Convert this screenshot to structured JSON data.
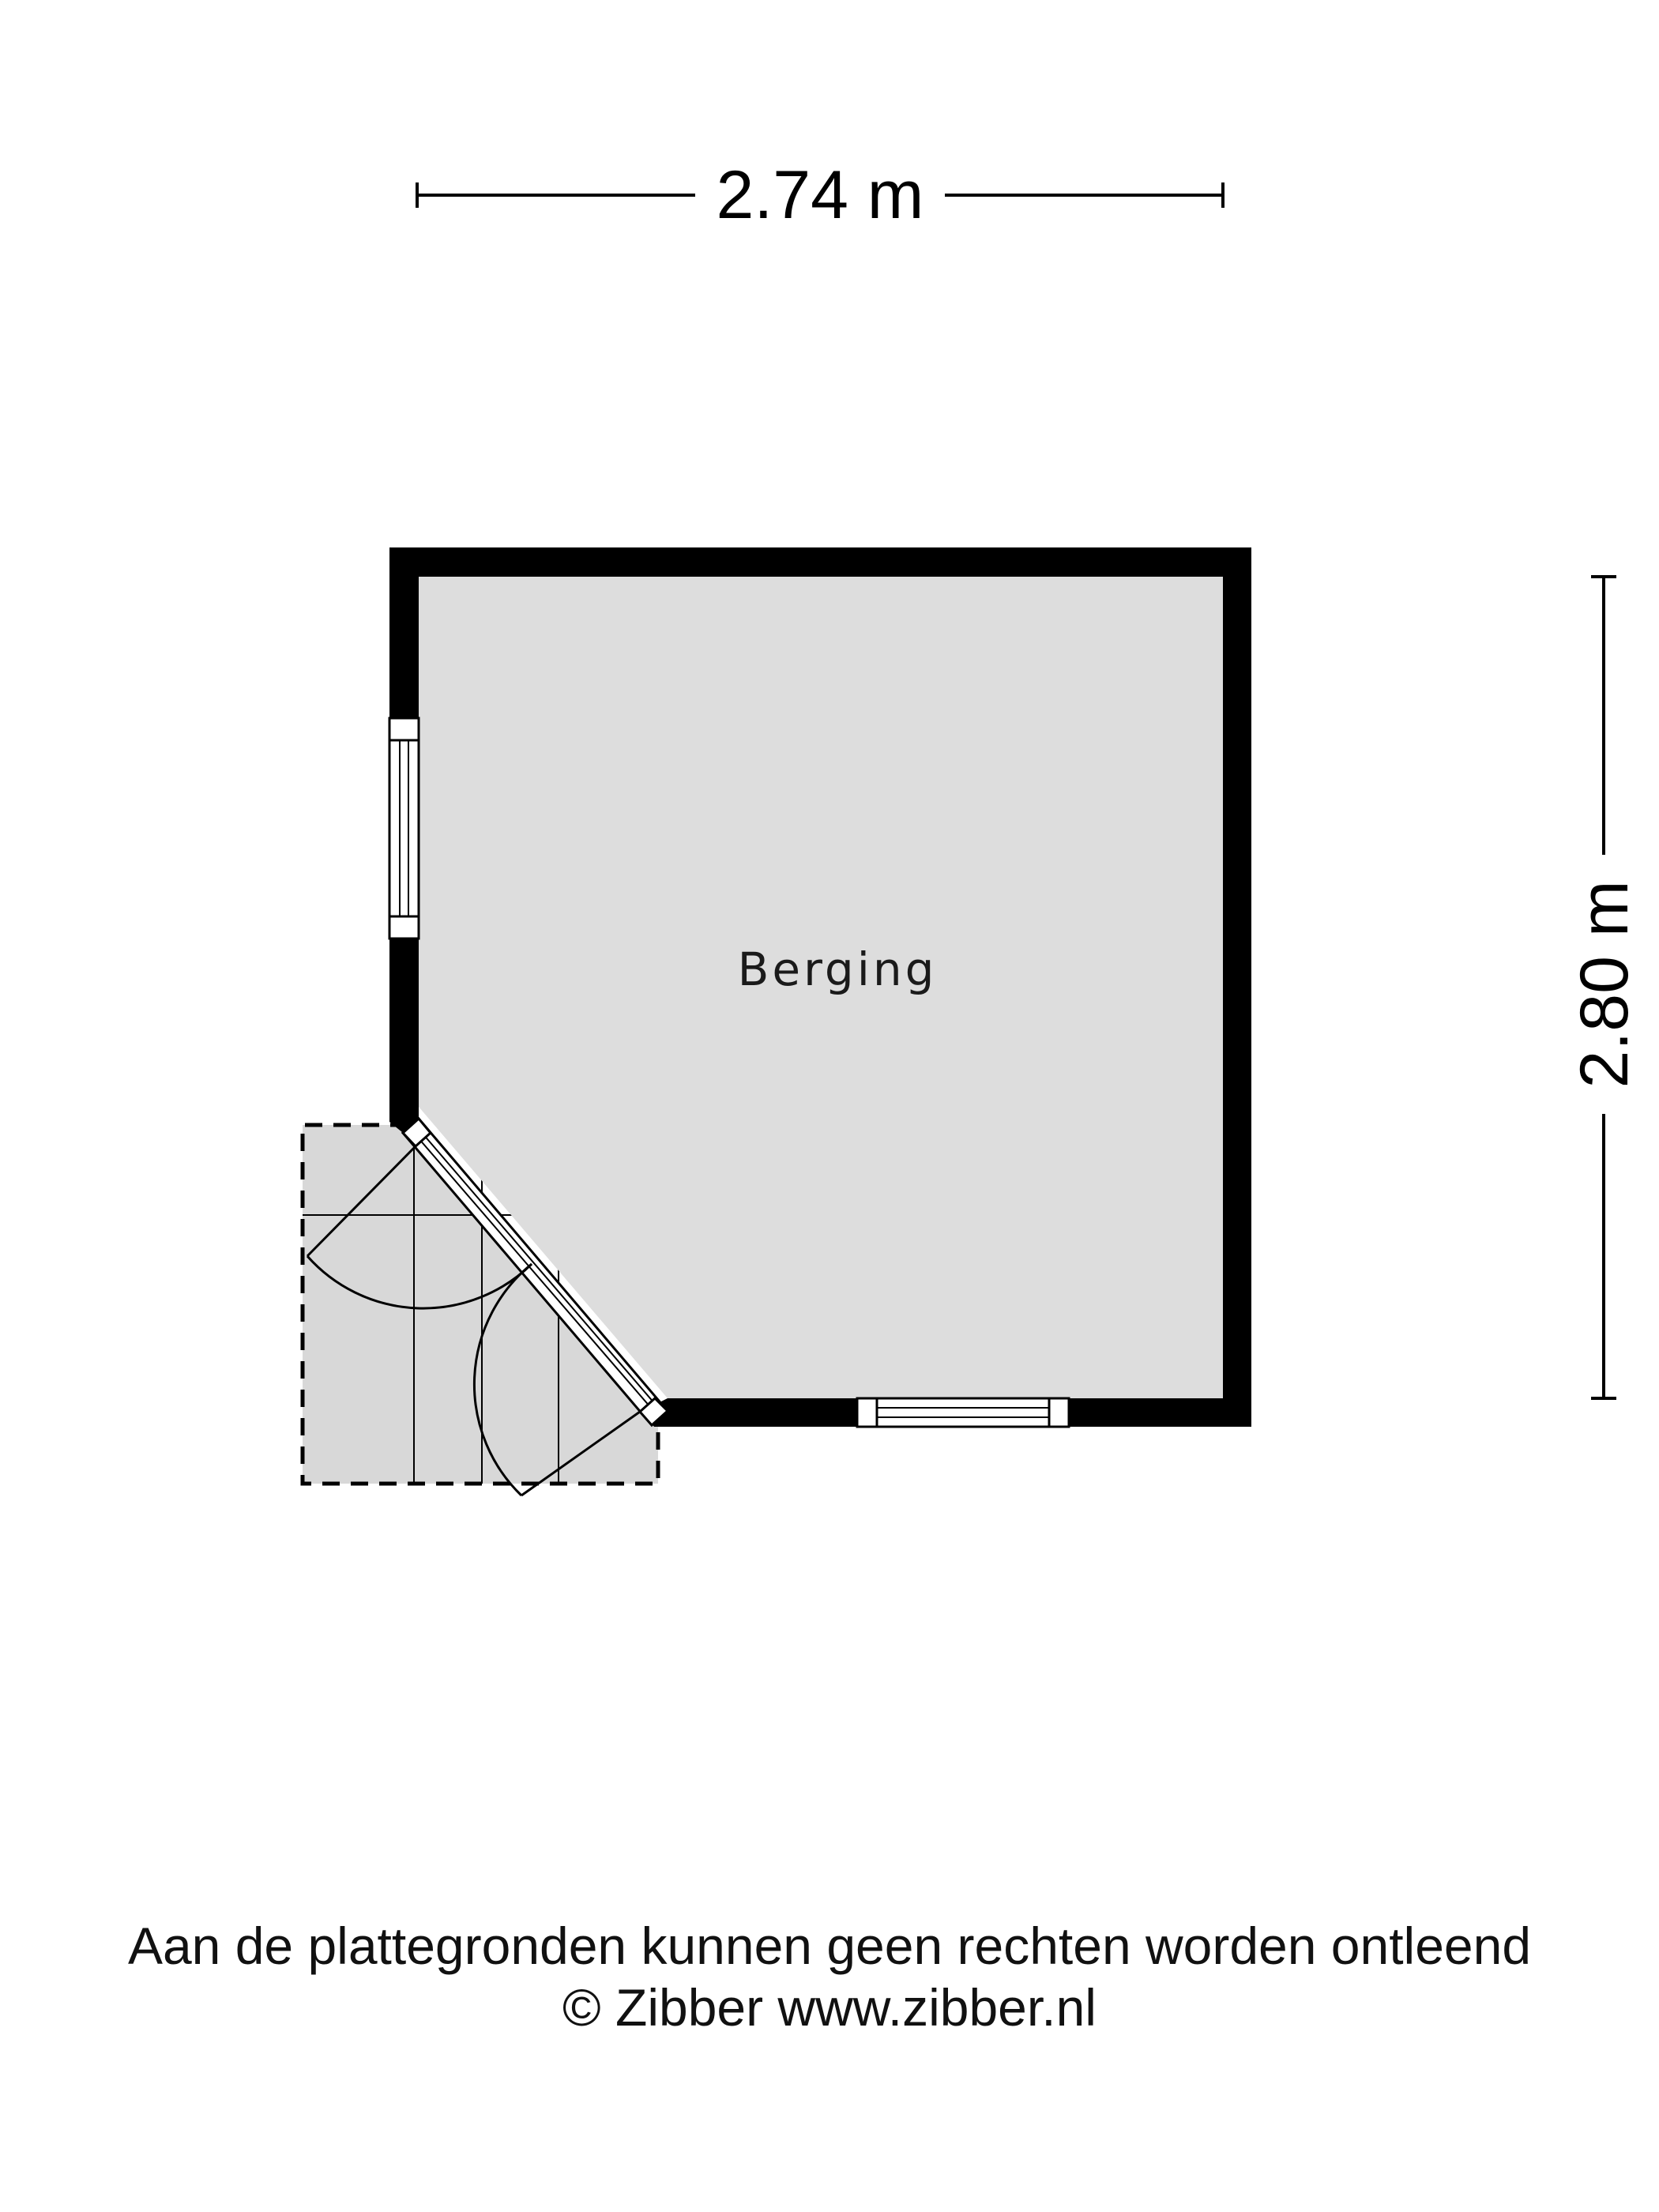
{
  "dimensions": {
    "width_label": "2.74 m",
    "height_label": "2.80 m"
  },
  "room": {
    "name": "Berging",
    "floor_color": "#dddddd",
    "wall_color": "#000000",
    "outside_area_color": "#d8d8d8"
  },
  "footer": {
    "disclaimer": "Aan de plattegronden kunnen geen rechten worden ontleend",
    "copyright": "© Zibber www.zibber.nl"
  }
}
